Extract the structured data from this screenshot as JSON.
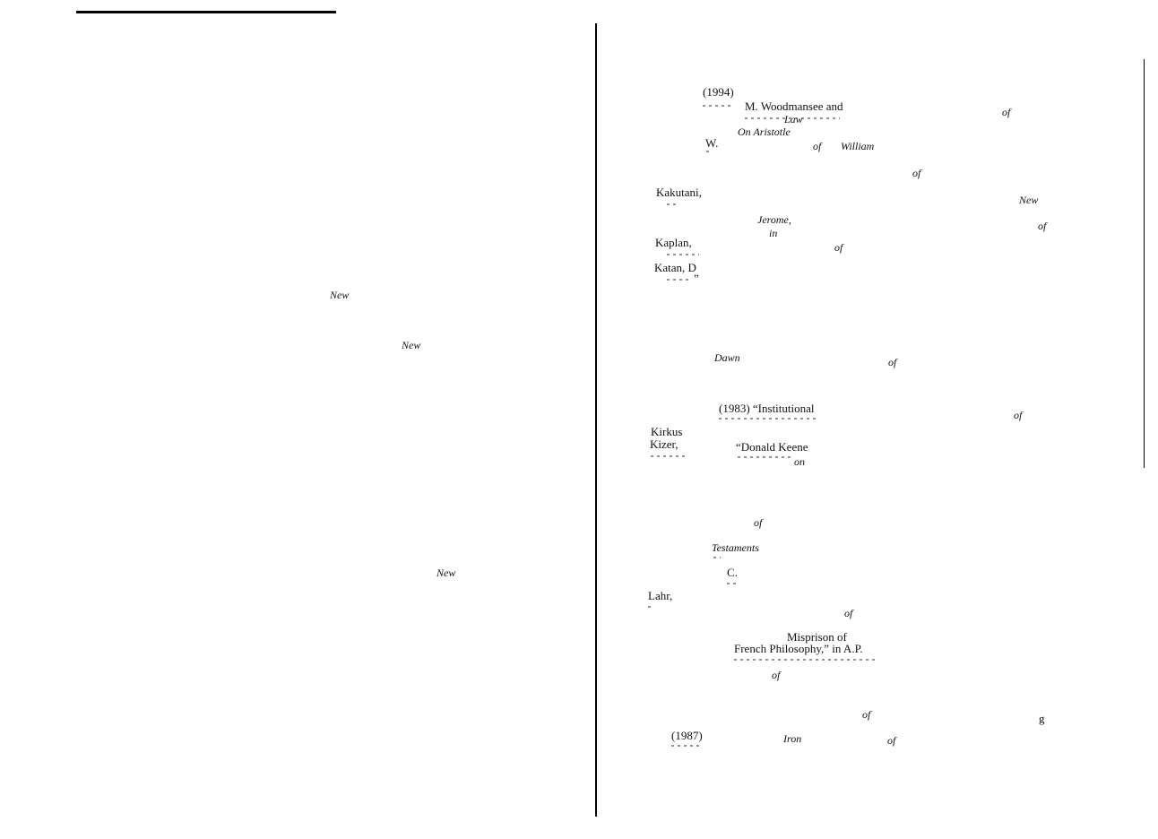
{
  "left_page": {
    "fragments": [
      "New",
      "New",
      "New"
    ]
  },
  "right_page": {
    "fragments": [
      "(1994)",
      "M. Woodmansee and",
      "of",
      "Law",
      "On Aristotle",
      "W.",
      "of",
      "William",
      "of",
      "Kakutani,",
      "New",
      "Jerome,",
      "of",
      "in",
      "Kaplan,",
      "of",
      "Katan, D",
      "”",
      "Dawn",
      "of",
      "(1983) “Institutional",
      "of",
      "Kirkus",
      "Kizer,",
      "“Donald Keene",
      "on",
      "of",
      "Testaments",
      "C.",
      "Lahr,",
      "of",
      "Misprison of",
      "French Philosophy,” in A.P.",
      "of",
      "of",
      "g",
      "(1987)",
      "Iron",
      "of"
    ]
  }
}
